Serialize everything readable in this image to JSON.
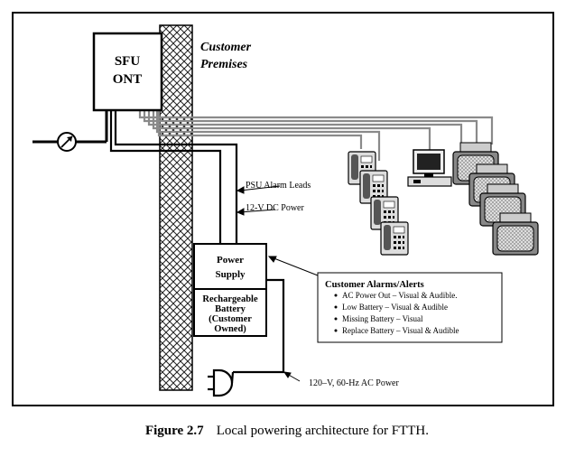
{
  "diagram": {
    "ont_label_line1": "SFU",
    "ont_label_line2": "ONT",
    "premises_label_line1": "Customer",
    "premises_label_line2": "Premises",
    "psu_alarm_label": "PSU Alarm Leads",
    "dc_power_label": "12-V DC Power",
    "power_supply_line1": "Power",
    "power_supply_line2": "Supply",
    "battery_line1": "Rechargeable",
    "battery_line2": "Battery",
    "battery_line3": "(Customer",
    "battery_line4": "Owned)",
    "ac_power_label": "120–V, 60-Hz AC Power",
    "alarms": {
      "title": "Customer Alarms/Alerts",
      "items": [
        "AC Power Out – Visual & Audible.",
        "Low Battery – Visual & Audible",
        "Missing Battery – Visual",
        "Replace Battery – Visual & Audible"
      ]
    }
  },
  "caption": {
    "label": "Figure 2.7",
    "text": "Local powering architecture for FTTH."
  }
}
